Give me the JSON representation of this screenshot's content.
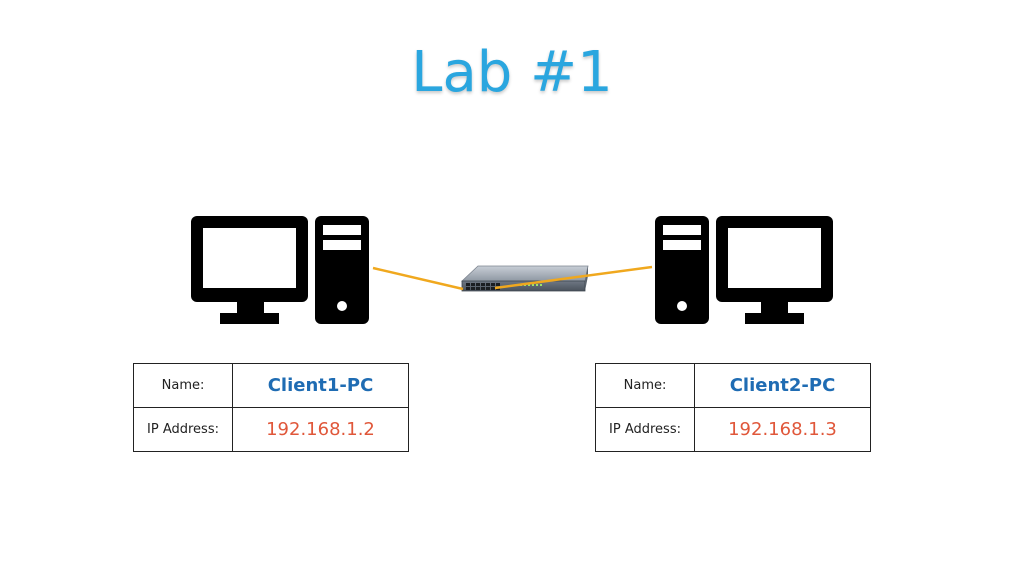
{
  "title": "Lab #1",
  "colors": {
    "title": "#2aa6df",
    "cable": "#f0a81e",
    "icon": "#000000",
    "name_value": "#1f6cb3",
    "ip_value": "#e0573a"
  },
  "nodes": [
    {
      "id": "client1",
      "icon": "desktop-pc-icon",
      "name_label": "Name:",
      "name": "Client1-PC",
      "ip_label": "IP Address:",
      "ip": "192.168.1.2"
    },
    {
      "id": "client2",
      "icon": "desktop-pc-icon",
      "name_label": "Name:",
      "name": "Client2-PC",
      "ip_label": "IP Address:",
      "ip": "192.168.1.3"
    }
  ],
  "switch": {
    "icon": "network-switch-icon"
  }
}
